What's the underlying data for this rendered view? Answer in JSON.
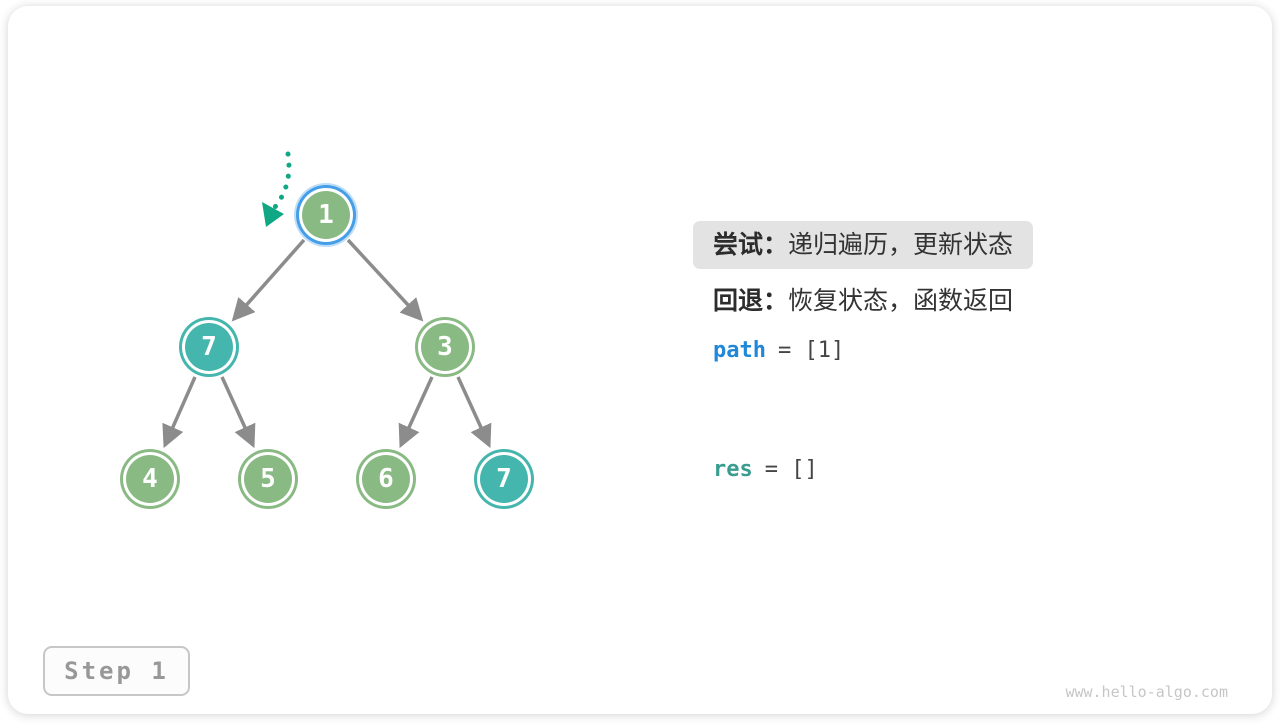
{
  "figure": {
    "step_label": "Step 1",
    "watermark": "www.hello-algo.com"
  },
  "tree": {
    "nodes": [
      {
        "label": "1",
        "state": "current"
      },
      {
        "label": "7",
        "state": "target"
      },
      {
        "label": "3",
        "state": "default"
      },
      {
        "label": "4",
        "state": "default"
      },
      {
        "label": "5",
        "state": "default"
      },
      {
        "label": "6",
        "state": "default"
      },
      {
        "label": "7",
        "state": "target"
      }
    ],
    "edges": [
      [
        0,
        1
      ],
      [
        0,
        2
      ],
      [
        1,
        3
      ],
      [
        1,
        4
      ],
      [
        2,
        5
      ],
      [
        2,
        6
      ]
    ]
  },
  "annotations": {
    "try": {
      "label": "尝试：",
      "text": "递归遍历，更新状态"
    },
    "backtrack": {
      "label": "回退：",
      "text": "恢复状态，函数返回"
    },
    "path": {
      "name": "path",
      "value": "= [1]"
    },
    "res": {
      "name": "res",
      "value": "= []"
    }
  },
  "colors": {
    "node_green": "#8aba84",
    "node_teal": "#45b6ad",
    "ring_blue": "#459ee7",
    "edge_gray": "#8c8c8c",
    "pointer_teal": "#10a884",
    "path_blue": "#2088d8",
    "res_teal": "#3a9c90",
    "highlight_bg": "#e3e3e3",
    "text_dark": "#333333",
    "step_gray": "#989898",
    "step_border": "#c7c7c7",
    "watermark_gray": "#c6c6c6"
  }
}
